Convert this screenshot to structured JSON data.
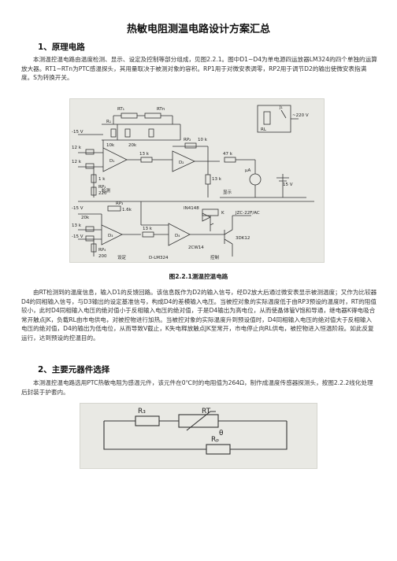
{
  "title": "热敏电阻测温电路设计方案汇总",
  "section1": {
    "heading": "1、原理电路",
    "intro": "本测温控温电路由温度检测、显示、设定及控制等部分组成，见图2.2.1。图中D1~D4为单电源四运放器LM324的四个单独的运算放大器。RT1~RTn为PTC感温探头，其用量取决于被测对象的容积。RP1用于对微安表调零，RP2用于调节D2的输出使微安表指满度。S为转换开关。",
    "figure_caption": "图2.2.1测温控温电路",
    "body": "由RT检测到的温度信息，输入D1的反馈回路。该信息既作为D2的输入信号，经D2放大后通过微安表显示被测温度；又作为比较器D4的同相输入信号，与D3输出的设定基准信号，构成D4的差模输入电压。当被控对象的实际温度低于由RP3预设的温度时，RT的阻值较小，此时D4同相输入电压的绝对值小于反相输入电压的绝对值，于是D4输出为高电位，从而使晶体管V饱和导通，继电器K得电吸合常开触点JK，负载RL由市电供电，对被控物进行加热。当被控对象的实际温度升到预设值时，D4同相输入电压的绝对值大于反相输入电压的绝对值，D4的输出为低电位，从而导致V截止，K失电释放触点JK至常开，市电停止向RL供电，被控物进入恒温阶段。如此反复运行，达到预设的控温目的。"
  },
  "section2": {
    "heading": "2、主要元器件选择",
    "body": "本测温控温电路选用PTC热敏电阻为感温元件，该元件在0℃时的电阻值为264Ω，制作成温度传感器探测头，按图2.2.2线化处理后封装于护套内。"
  },
  "fig1_labels": {
    "rt1": "RT₁",
    "rtn": "RTn",
    "r1": "R₁",
    "r10k": "10k",
    "r20k": "20k",
    "minus15a": "-15 V",
    "minus15b": "-15 V",
    "minus15c": "-15 V",
    "r12k_a": "12 k",
    "r12k_b": "12 k",
    "r1k": "1 k",
    "rp1": "RP₁",
    "r220": "220",
    "d1": "D₁",
    "d2": "D₂",
    "d3": "D₃",
    "d4": "D₄",
    "r13k_a": "13 k",
    "r13k_b": "13 k",
    "r13k_c": "13 k",
    "r13k_d": "13 k",
    "rp2": "RP₂",
    "r10kb": "10 k",
    "r47k": "47 k",
    "ua": "μA",
    "r15v": "15 V",
    "rl": "RL",
    "ac220": "~220 V",
    "jk": "J₁",
    "jiance": "检测",
    "xianshi": "显示",
    "sheding": "设定",
    "kongzhi": "控制",
    "rp3": "RP₃",
    "r1k6": "1.6k",
    "r20kb": "20k",
    "in4148": "IN4148",
    "k": "K",
    "jzc": "JZC-22F/AC",
    "sv": "2CW14",
    "v3dg": "3DK12",
    "r200": "200",
    "rp4": "RP₄",
    "lm324": "D-LM324"
  },
  "fig2_labels": {
    "r3": "R₃",
    "rt": "RT",
    "theta": "θ",
    "rp": "Rₚ"
  }
}
